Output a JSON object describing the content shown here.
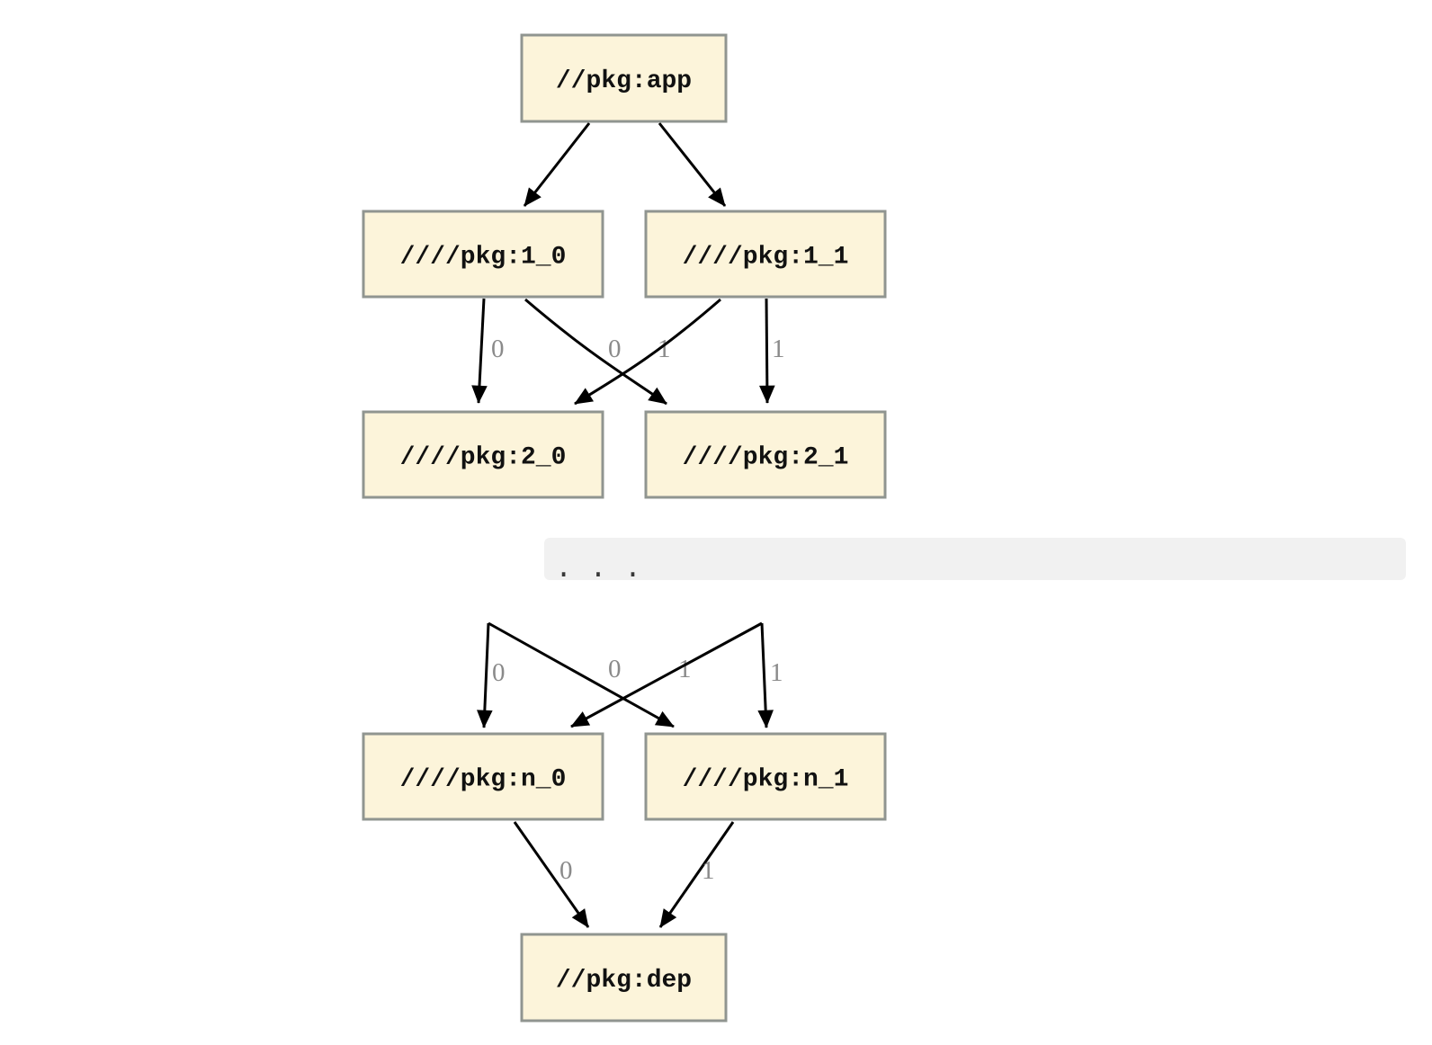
{
  "diagram": {
    "type": "dependency-graph",
    "nodes": [
      {
        "id": "app",
        "label": "//pkg:app"
      },
      {
        "id": "l1_0",
        "label": "////pkg:1_0"
      },
      {
        "id": "l1_1",
        "label": "////pkg:1_1"
      },
      {
        "id": "l2_0",
        "label": "////pkg:2_0"
      },
      {
        "id": "l2_1",
        "label": "////pkg:2_1"
      },
      {
        "id": "ln_0",
        "label": "////pkg:n_0"
      },
      {
        "id": "ln_1",
        "label": "////pkg:n_1"
      },
      {
        "id": "dep",
        "label": "//pkg:dep"
      }
    ],
    "edges": [
      {
        "from": "app",
        "to": "l1_0",
        "label": ""
      },
      {
        "from": "app",
        "to": "l1_1",
        "label": ""
      },
      {
        "from": "l1_0",
        "to": "l2_0",
        "label": "0"
      },
      {
        "from": "l1_0",
        "to": "l2_1",
        "label": "1"
      },
      {
        "from": "l1_1",
        "to": "l2_0",
        "label": "0"
      },
      {
        "from": "l1_1",
        "to": "l2_1",
        "label": "1"
      },
      {
        "from": "hidden-left",
        "to": "ln_0",
        "label": "0"
      },
      {
        "from": "hidden-left",
        "to": "ln_1",
        "label": "1"
      },
      {
        "from": "hidden-right",
        "to": "ln_0",
        "label": "0"
      },
      {
        "from": "hidden-right",
        "to": "ln_1",
        "label": "1"
      },
      {
        "from": "ln_0",
        "to": "dep",
        "label": "0"
      },
      {
        "from": "ln_1",
        "to": "dep",
        "label": "1"
      }
    ],
    "ellipsis": ". . .",
    "colors": {
      "node_fill": "#fcf4da",
      "node_border": "#909590",
      "node_text": "#111111",
      "edge": "#000000",
      "edge_label": "#8a8a8a",
      "ellipsis_band": "#f1f1f1",
      "ellipsis_text": "#383838",
      "background": "#ffffff"
    }
  }
}
